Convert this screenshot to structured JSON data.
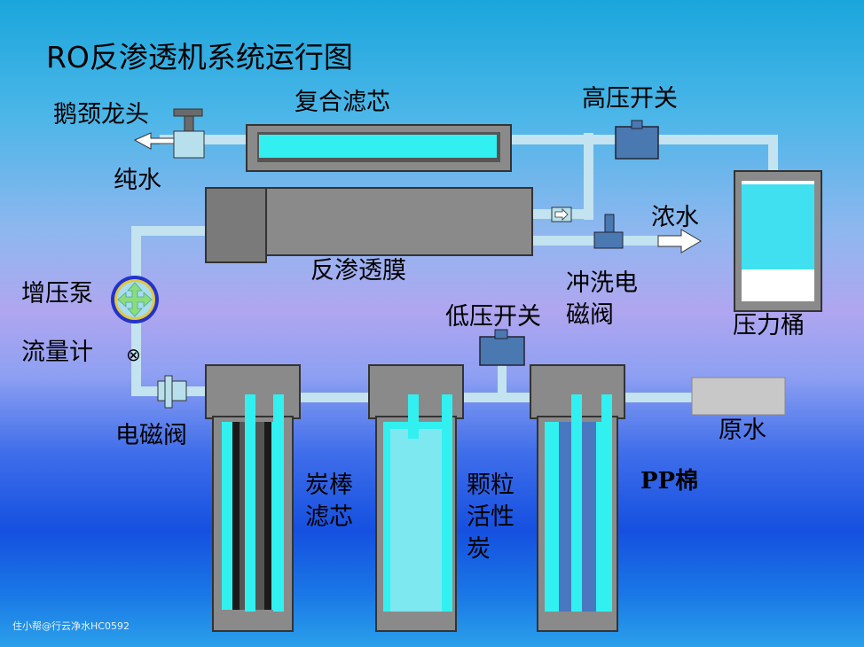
{
  "title": "RO反渗透机系统运行图",
  "labels": {
    "gooseneck_faucet": "鹅颈龙头",
    "pure_water": "纯水",
    "composite_filter": "复合滤芯",
    "high_pressure_switch": "高压开关",
    "ro_membrane": "反渗透膜",
    "concentrate": "浓水",
    "flush_valve_line1": "冲洗电",
    "flush_valve_line2": "磁阀",
    "booster_pump": "增压泵",
    "flow_meter": "流量计",
    "flow_meter_symbol": "⊗",
    "low_pressure_switch": "低压开关",
    "pressure_tank": "压力桶",
    "solenoid_valve": "电磁阀",
    "raw_water": "原水",
    "carbon_block_line1": "炭棒",
    "carbon_block_line2": "滤芯",
    "gac_line1": "颗粒",
    "gac_line2": "活性",
    "gac_line3": "炭",
    "pp_cotton": "PP棉"
  },
  "watermark": "住小帮@行云净水HC0592",
  "colors": {
    "water": "#33f0f0",
    "pipe": "#bfe2ee",
    "housing": "#8a8a8a",
    "housing_dark": "#555555",
    "switch": "#4a78b0",
    "pump_ring": "#2233cc"
  }
}
